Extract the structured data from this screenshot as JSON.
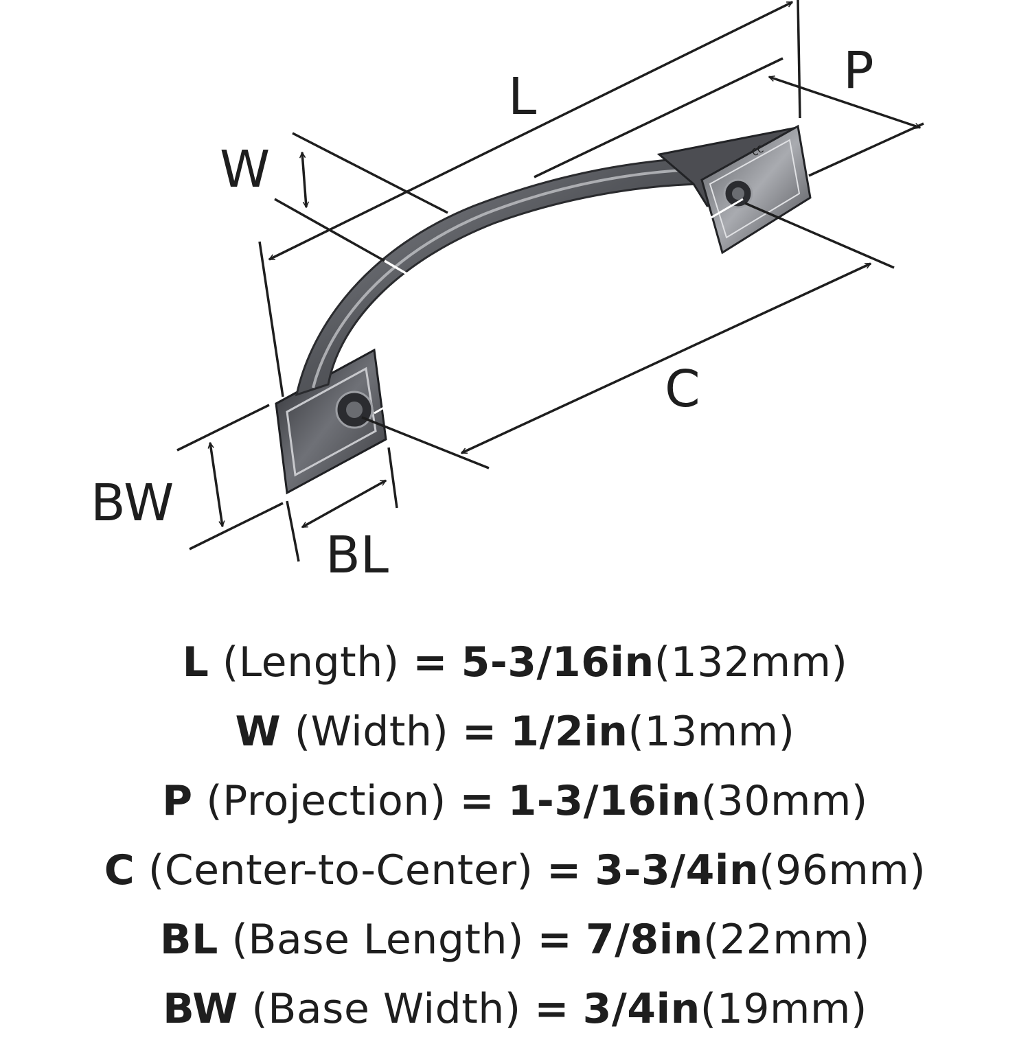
{
  "diagram": {
    "labels": {
      "L": "L",
      "W": "W",
      "P": "P",
      "C": "C",
      "BW": "BW",
      "BL": "BL"
    },
    "colors": {
      "ink": "#1e1e1e",
      "metal_dark": "#3a3b3f",
      "metal_mid": "#6e7076",
      "metal_light": "#a9abb0",
      "background": "#ffffff"
    },
    "base_inscription": "CC"
  },
  "specs": [
    {
      "code": "L",
      "name": "(Length)",
      "eq": "=",
      "imperial": "5-3/16in",
      "metric": "(132mm)"
    },
    {
      "code": "W",
      "name": "(Width)",
      "eq": "=",
      "imperial": "1/2in",
      "metric": "(13mm)"
    },
    {
      "code": "P",
      "name": "(Projection)",
      "eq": "=",
      "imperial": "1-3/16in",
      "metric": "(30mm)"
    },
    {
      "code": "C",
      "name": "(Center-to-Center)",
      "eq": "=",
      "imperial": "3-3/4in",
      "metric": "(96mm)"
    },
    {
      "code": "BL",
      "name": "(Base Length)",
      "eq": "=",
      "imperial": "7/8in",
      "metric": "(22mm)"
    },
    {
      "code": "BW",
      "name": "(Base Width)",
      "eq": "=",
      "imperial": "3/4in",
      "metric": "(19mm)"
    }
  ]
}
